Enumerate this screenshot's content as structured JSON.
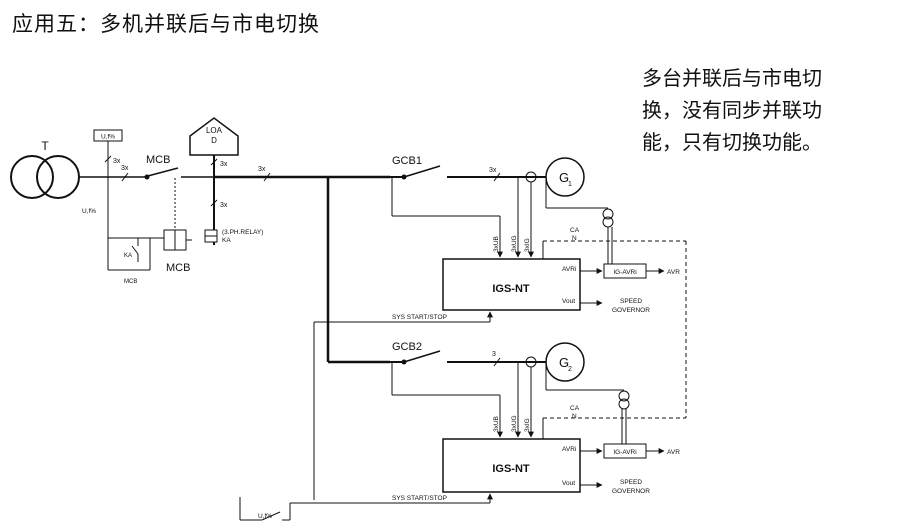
{
  "title": "应用五：多机并联后与市电切换",
  "note": [
    "多台并联后与市电切",
    "换，没有同步并联功",
    "能，只有切换功能。"
  ],
  "diagram": {
    "transformer": "T",
    "mains_meter": "U,f%",
    "mains_sense": "U,f%",
    "mcb_switch": "MCB",
    "mcb_coil": "MCB",
    "mcb_contact": "MCB",
    "ka_contact": "KA",
    "load_line1": "LOA",
    "load_line2": "D",
    "relay_label": "(3.PH.RELAY)",
    "relay_ka": "KA",
    "phase_3x": "3x",
    "phase_3": "3",
    "gcb1": "GCB1",
    "gcb2": "GCB2",
    "gen1_letter": "G",
    "gen1_sub": "1",
    "gen2_letter": "G",
    "gen2_sub": "2",
    "controller": "IGS-NT",
    "avri": "AVRi",
    "vout": "Vout",
    "igavri": "IG-AVRi",
    "avr": "AVR",
    "speed_line1": "SPEED",
    "speed_line2": "GOVERNOR",
    "can_line1": "CA",
    "can_line2": "N",
    "sys_start": "SYS START/STOP",
    "sense_3xub": "3xUB",
    "sense_3xug": "3xUG",
    "sense_3xig": "3xIG",
    "bottom_sense": "U,f%"
  }
}
